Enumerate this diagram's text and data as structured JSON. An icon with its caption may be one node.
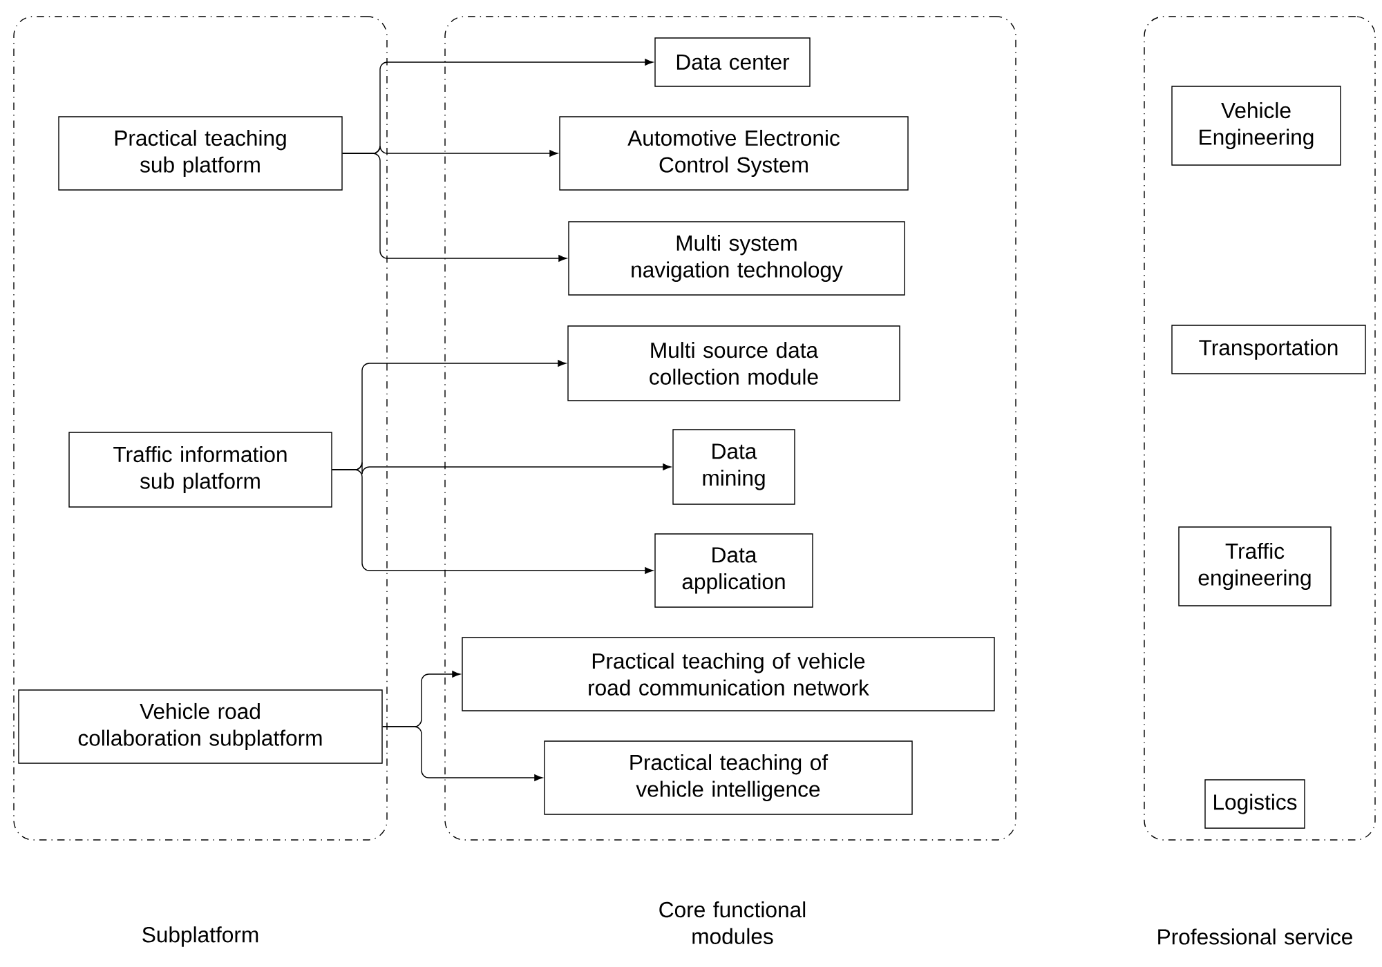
{
  "diagram": {
    "nodes": [
      {
        "text": [
          "Subplatform"
        ]
      },
      {
        "text": [
          "Practical teaching sub platform"
        ],
        "in": 0
      },
      {
        "text": [
          "Traffic information sub platform"
        ],
        "in": 0
      },
      {
        "text": [
          "Vehicle road collaboration subplatform"
        ],
        "in": 0
      },
      {
        "text": [
          "Core functional modules"
        ]
      },
      {
        "text": [
          "Data center"
        ],
        "in": 4
      },
      {
        "text": [
          "Automotive Electronic Control System"
        ],
        "in": 4
      },
      {
        "text": [
          "Multi system navigation technology"
        ],
        "in": 4
      },
      {
        "text": [
          "Multi source data collection module"
        ],
        "in": 4
      },
      {
        "text": [
          "Data mining"
        ],
        "in": 4
      },
      {
        "text": [
          "Data application"
        ],
        "in": 4
      },
      {
        "text": [
          "Practical teaching of vehicle road communication network"
        ],
        "in": 4
      },
      {
        "text": [
          "Practical teaching of vehicle intelligence"
        ],
        "in": 4
      },
      {
        "text": [
          "Professional service"
        ]
      },
      {
        "text": [
          "Vehicle Engineering"
        ],
        "in": 13
      },
      {
        "text": [
          "Transportation"
        ],
        "in": 13
      },
      {
        "text": [
          "Traffic engineering"
        ],
        "in": 13
      },
      {
        "text": [
          "Logistics"
        ],
        "in": 13
      }
    ],
    "edges": [
      {
        "from": 1,
        "to": 5,
        "arrow": "to"
      },
      {
        "from": 1,
        "to": 6,
        "arrow": "to"
      },
      {
        "from": 1,
        "to": 7,
        "arrow": "to"
      },
      {
        "from": 2,
        "to": 8,
        "arrow": "to"
      },
      {
        "from": 2,
        "to": 9,
        "arrow": "to"
      },
      {
        "from": 2,
        "to": 10,
        "arrow": "to"
      },
      {
        "from": 3,
        "to": 11,
        "arrow": "to"
      },
      {
        "from": 3,
        "to": 12,
        "arrow": "to"
      }
    ]
  }
}
